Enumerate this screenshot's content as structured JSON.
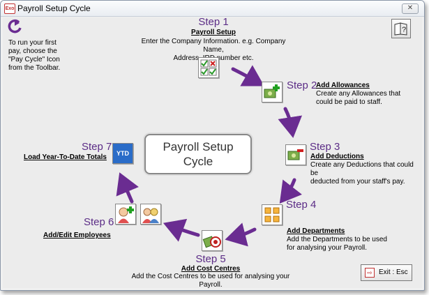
{
  "window": {
    "title": "Payroll Setup Cycle",
    "close_label": "✕"
  },
  "intro_note": [
    "To run your first",
    "pay, choose the",
    "\"Pay Cycle\" Icon",
    "from the Toolbar."
  ],
  "center_label_lines": [
    "Payroll Setup",
    "Cycle"
  ],
  "steps": [
    {
      "title": "Step 1",
      "link": "Payroll Setup",
      "desc": [
        "Enter the Company Information. e.g. Company Name,",
        "Address, IRD number etc."
      ]
    },
    {
      "title": "Step 2",
      "link": "Add Allowances",
      "desc": [
        "Create any Allowances that",
        "could be paid to staff."
      ]
    },
    {
      "title": "Step 3",
      "link": "Add Deductions",
      "desc": [
        "Create any Deductions that could be",
        "deducted from your staff's pay."
      ]
    },
    {
      "title": "Step 4",
      "link": "Add Departments",
      "desc": [
        "Add the Departments to be used",
        "for analysing your Payroll."
      ]
    },
    {
      "title": "Step 5",
      "link": "Add Cost Centres",
      "desc": [
        "Add the Cost Centres to be used for analysing your Payroll."
      ]
    },
    {
      "title": "Step 6",
      "link": "Add/Edit Employees",
      "desc": []
    },
    {
      "title": "Step 7",
      "link": "Load Year-To-Date Totals",
      "desc": []
    }
  ],
  "ytd_icon_text": "YTD",
  "exit_button": {
    "label": "Exit : Esc",
    "icon": "exit-icon"
  },
  "colors": {
    "arrow": "#6a2c91",
    "step_title": "#5b2c86"
  }
}
